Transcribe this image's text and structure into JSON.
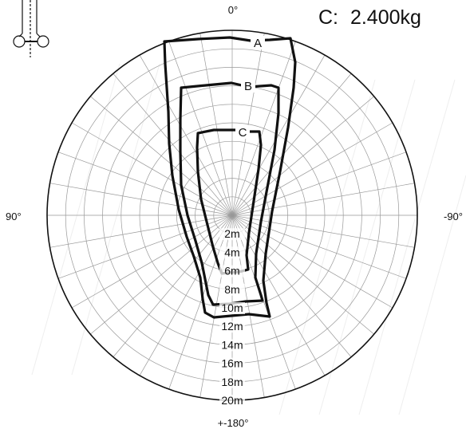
{
  "capacity_label": {
    "prefix": "C:",
    "value": "2.400kg"
  },
  "angle_labels": {
    "top": "0°",
    "left": "90°",
    "right": "-90°",
    "bottom": "+-180°"
  },
  "distance_unit": "m",
  "distance_rings": [
    {
      "value": 2,
      "label": "2m"
    },
    {
      "value": 4,
      "label": "4m"
    },
    {
      "value": 6,
      "label": "6m"
    },
    {
      "value": 8,
      "label": "8m"
    },
    {
      "value": 10,
      "label": "10m"
    },
    {
      "value": 12,
      "label": "12m"
    },
    {
      "value": 14,
      "label": "14m"
    },
    {
      "value": 16,
      "label": "16m"
    },
    {
      "value": 18,
      "label": "18m"
    },
    {
      "value": 20,
      "label": "20m"
    }
  ],
  "load_curves": [
    {
      "name": "A"
    },
    {
      "name": "B"
    },
    {
      "name": "C"
    }
  ],
  "colors": {
    "curve": "#111111",
    "grid": "#999999",
    "outer_circle": "#111111",
    "background_stripes": "#eeeeee"
  },
  "icon": "crane-outrigger-icon"
}
